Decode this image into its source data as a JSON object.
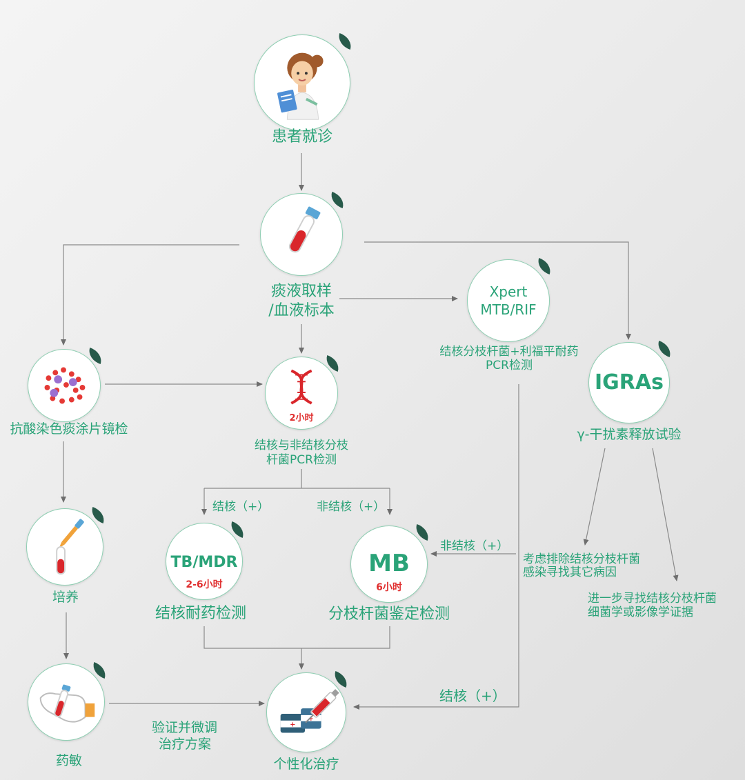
{
  "nodes": {
    "patient": {
      "label": "患者就诊"
    },
    "sample": {
      "label_line1": "痰液取样",
      "label_line2": "/血液标本"
    },
    "xpert": {
      "title_line1": "Xpert",
      "title_line2": "MTB/RIF",
      "label_line1": "结核分枝杆菌+利福平耐药",
      "label_line2": "PCR检测"
    },
    "igras": {
      "title": "IGRAs",
      "label": "γ-干扰素释放试验"
    },
    "smear": {
      "label": "抗酸染色痰涂片镜检"
    },
    "pcr": {
      "time": "2小时",
      "label_line1": "结核与非结核分枝",
      "label_line2": "杆菌PCR检测"
    },
    "culture": {
      "label": "培养"
    },
    "tbmdr": {
      "title": "TB/MDR",
      "time": "2-6小时",
      "label": "结核耐药检测"
    },
    "mb": {
      "title": "MB",
      "time": "6小时",
      "label": "分枝杆菌鉴定检测"
    },
    "sensitivity": {
      "label": "药敏"
    },
    "treatment": {
      "label": "个性化治疗"
    }
  },
  "edge_labels": {
    "tb_pos_left": "结核（+）",
    "ntm_pos_right": "非结核（+）",
    "ntm_pos_xpert": "非结核（+）",
    "tb_pos_xpert": "结核（+）",
    "verify_line1": "验证并微调",
    "verify_line2": "治疗方案",
    "igras_left_line1": "考虑排除结核分枝杆菌",
    "igras_left_line2": "感染寻找其它病因",
    "igras_right_line1": "进一步寻找结核分枝杆菌",
    "igras_right_line2": "细菌学或影像学证据"
  },
  "colors": {
    "accent": "#2aa378",
    "time_red": "#e03030",
    "line": "#8a8a8a",
    "leaf": "#275a4a"
  },
  "icons": {
    "patient": "doctor-clipboard-icon",
    "sample": "sample-tube-icon",
    "smear": "bacteria-smear-icon",
    "pcr": "dna-icon",
    "culture": "pipette-tube-icon",
    "sensitivity": "gloved-hand-tube-icon",
    "treatment": "medicine-syringe-icon"
  }
}
